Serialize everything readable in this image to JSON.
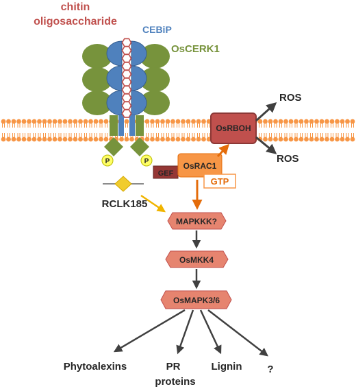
{
  "title_line1": "chitin",
  "title_line2": "oligosaccharide",
  "receptors": {
    "cebip": "CEBiP",
    "oscerk1": "OsCERK1"
  },
  "phospho": {
    "left": "P",
    "right": "P"
  },
  "membrane": {
    "enzyme": "OsRBOH",
    "outputs": [
      "ROS",
      "ROS"
    ]
  },
  "small_gtpase": {
    "gef": "GEF",
    "name": "OsRAC1",
    "gtp": "GTP"
  },
  "kinase": {
    "name": "RCLK185"
  },
  "cascade": [
    "MAPKKK?",
    "OsMKK4",
    "OsMAPK3/6"
  ],
  "outputs": [
    {
      "line1": "Phytoalexins",
      "line2": ""
    },
    {
      "line1": "PR",
      "line2": "proteins"
    },
    {
      "line1": "Lignin",
      "line2": ""
    },
    {
      "line1": "?",
      "line2": ""
    }
  ],
  "colors": {
    "title": "#c0504d",
    "cebip": "#4f81bd",
    "oscerk1": "#77933c",
    "lipid": "#f79646",
    "rboh": "#c0504d",
    "rac": "#f79646",
    "gef": "#953735",
    "cascade": "#e6846f",
    "rclk": "#f0cc2e",
    "text": "#262626"
  }
}
